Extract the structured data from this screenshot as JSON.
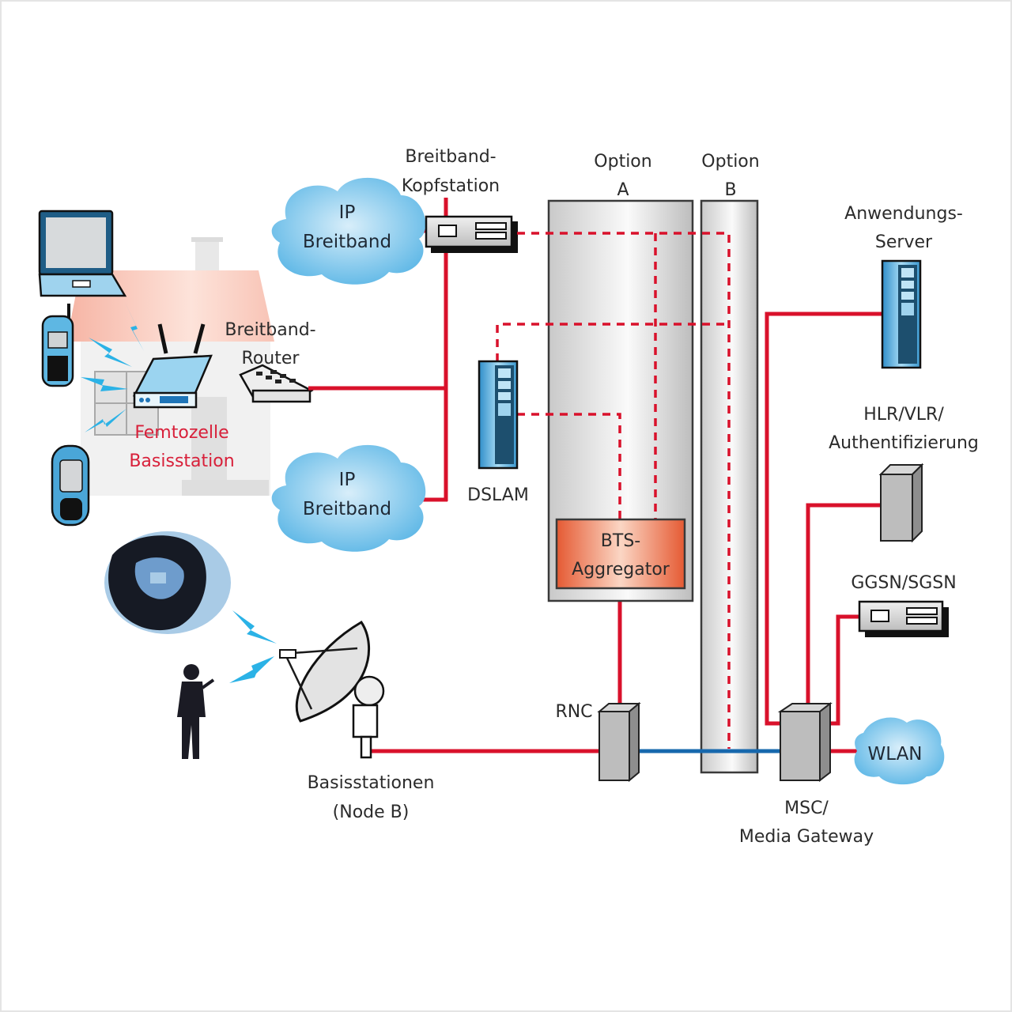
{
  "diagram": {
    "title": "Femtozellen-Netzarchitektur",
    "colors": {
      "link_solid": "#d9112b",
      "link_dashed": "#d9112b",
      "link_blue": "#1768ad",
      "cloud": "#7cc4ea",
      "aggregator": "#e8683f",
      "wireless": "#2bb2e6",
      "femto_label": "#d8203a"
    },
    "labels": {
      "cloud_top_line1": "IP",
      "cloud_top_line2": "Breitband",
      "cloud_bottom_line1": "IP",
      "cloud_bottom_line2": "Breitband",
      "kopfstation_line1": "Breitband-",
      "kopfstation_line2": "Kopfstation",
      "router_line1": "Breitband-",
      "router_line2": "Router",
      "femto_line1": "Femtozelle",
      "femto_line2": "Basisstation",
      "dslam": "DSLAM",
      "option_a_line1": "Option",
      "option_a_line2": "A",
      "option_b_line1": "Option",
      "option_b_line2": "B",
      "bts_line1": "BTS-",
      "bts_line2": "Aggregator",
      "app_server_line1": "Anwendungs-",
      "app_server_line2": "Server",
      "hlr_line1": "HLR/VLR/",
      "hlr_line2": "Authentifizierung",
      "ggsn": "GGSN/SGSN",
      "rnc": "RNC",
      "wlan": "WLAN",
      "msc_line1": "MSC/",
      "msc_line2": "Media Gateway",
      "nodeb_line1": "Basisstationen",
      "nodeb_line2": "(Node B)"
    },
    "icons": {
      "laptop": "laptop-icon",
      "cordless_phone": "cordless-phone-icon",
      "mobile_phone": "mobile-phone-icon",
      "femto_router": "wifi-router-icon",
      "broadband_router": "modem-icon",
      "house": "house-icon",
      "head_end": "rack-unit-icon",
      "dslam": "tower-server-icon",
      "app_server": "tower-server-icon",
      "hlr": "server-box-icon",
      "ggsn": "rack-unit-icon",
      "rnc": "server-box-icon",
      "msc": "server-box-icon",
      "dish": "satellite-dish-icon",
      "crowd": "crowd-illustration-icon",
      "person": "person-phone-icon",
      "wireless": "lightning-bolt-icon"
    }
  }
}
